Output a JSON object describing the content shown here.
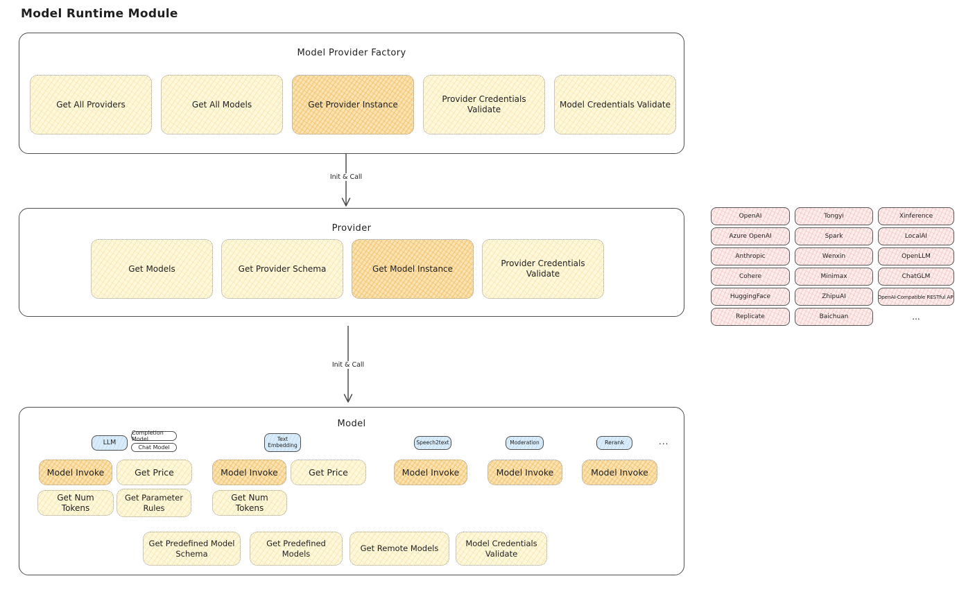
{
  "title": "Model Runtime Module",
  "arrow_label": "Init & Call",
  "colors": {
    "yellow_fill": "#fdf7dc",
    "yellow_hatch": "#f2d987",
    "orange_fill": "#fae3b2",
    "orange_hatch": "#f0b85a",
    "pink_fill": "#fdecec",
    "pink_hatch": "#e18787",
    "blue_fill": "#daecf9",
    "outline": "#4d4d4d"
  },
  "factory": {
    "title": "Model Provider Factory",
    "items": [
      {
        "label": "Get All Providers",
        "highlighted": false
      },
      {
        "label": "Get All Models",
        "highlighted": false
      },
      {
        "label": "Get Provider Instance",
        "highlighted": true
      },
      {
        "label": "Provider Credentials Validate",
        "highlighted": false
      },
      {
        "label": "Model Credentials Validate",
        "highlighted": false
      }
    ]
  },
  "provider": {
    "title": "Provider",
    "items": [
      {
        "label": "Get Models",
        "highlighted": false
      },
      {
        "label": "Get Provider Schema",
        "highlighted": false
      },
      {
        "label": "Get Model Instance",
        "highlighted": true
      },
      {
        "label": "Provider Credentials Validate",
        "highlighted": false
      }
    ]
  },
  "provider_list": {
    "items": [
      "OpenAI",
      "Tongyi",
      "Xinference",
      "Azure OpenAI",
      "Spark",
      "LocalAI",
      "Anthropic",
      "Wenxin",
      "OpenLLM",
      "Cohere",
      "Minimax",
      "ChatGLM",
      "HuggingFace",
      "ZhipuAI",
      "OpenAI-Compatible RESTful API",
      "Replicate",
      "Baichuan"
    ],
    "more": "..."
  },
  "model": {
    "title": "Model",
    "tags": {
      "llm": "LLM",
      "completion_model": "Completion Model",
      "chat_model": "Chat Model",
      "text_embedding": "Text Embedding",
      "speech2text": "Speech2text",
      "moderation": "Moderation",
      "rerank": "Rerank",
      "more": "..."
    },
    "ops": {
      "model_invoke": "Model Invoke",
      "get_price": "Get Price",
      "get_num_tokens": "Get Num Tokens",
      "get_parameter_rules": "Get Parameter Rules",
      "get_predefined_model_schema": "Get Predefined Model Schema",
      "get_predefined_models": "Get Predefined Models",
      "get_remote_models": "Get Remote Models",
      "model_credentials_validate": "Model Credentials Validate"
    }
  }
}
